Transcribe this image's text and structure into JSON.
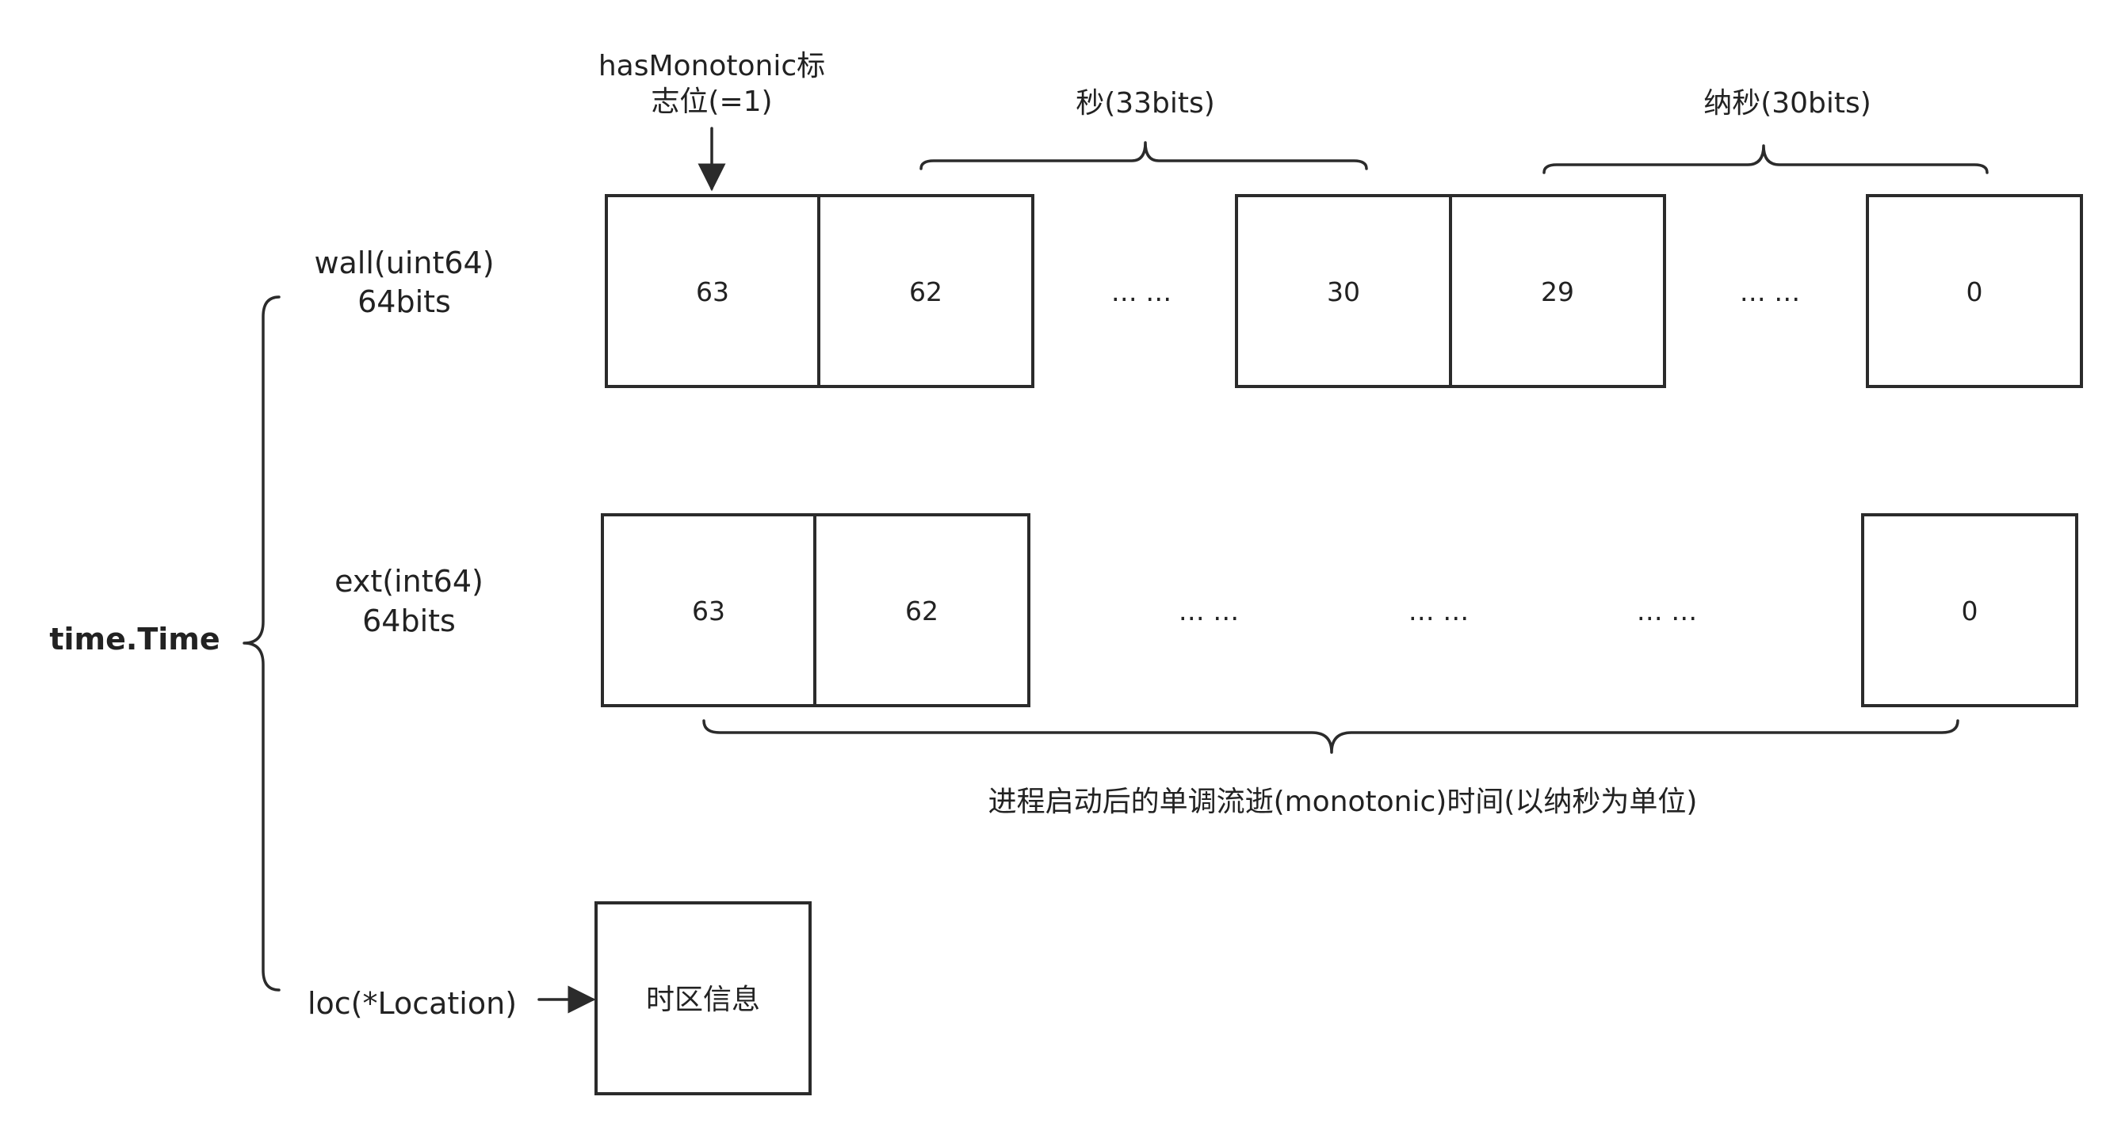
{
  "root": {
    "label": "time.Time"
  },
  "fields": {
    "wall": {
      "name": "wall(uint64)",
      "size": "64bits"
    },
    "ext": {
      "name": "ext(int64)",
      "size": "64bits"
    },
    "loc": {
      "name": "loc(*Location)"
    }
  },
  "wall_annotations": {
    "flag_line1": "hasMonotonic标",
    "flag_line2": "志位(=1)",
    "seconds": "秒(33bits)",
    "nanoseconds": "纳秒(30bits)"
  },
  "wall_cells": [
    "63",
    "62",
    "30",
    "29",
    "0"
  ],
  "wall_ellipses": [
    "… …",
    "… …"
  ],
  "ext_cells": [
    "63",
    "62",
    "0"
  ],
  "ext_ellipses": [
    "… …",
    "… …",
    "… …"
  ],
  "ext_annotation": "进程启动后的单调流逝(monotonic)时间(以纳秒为单位)",
  "loc_box": {
    "label": "时区信息"
  }
}
